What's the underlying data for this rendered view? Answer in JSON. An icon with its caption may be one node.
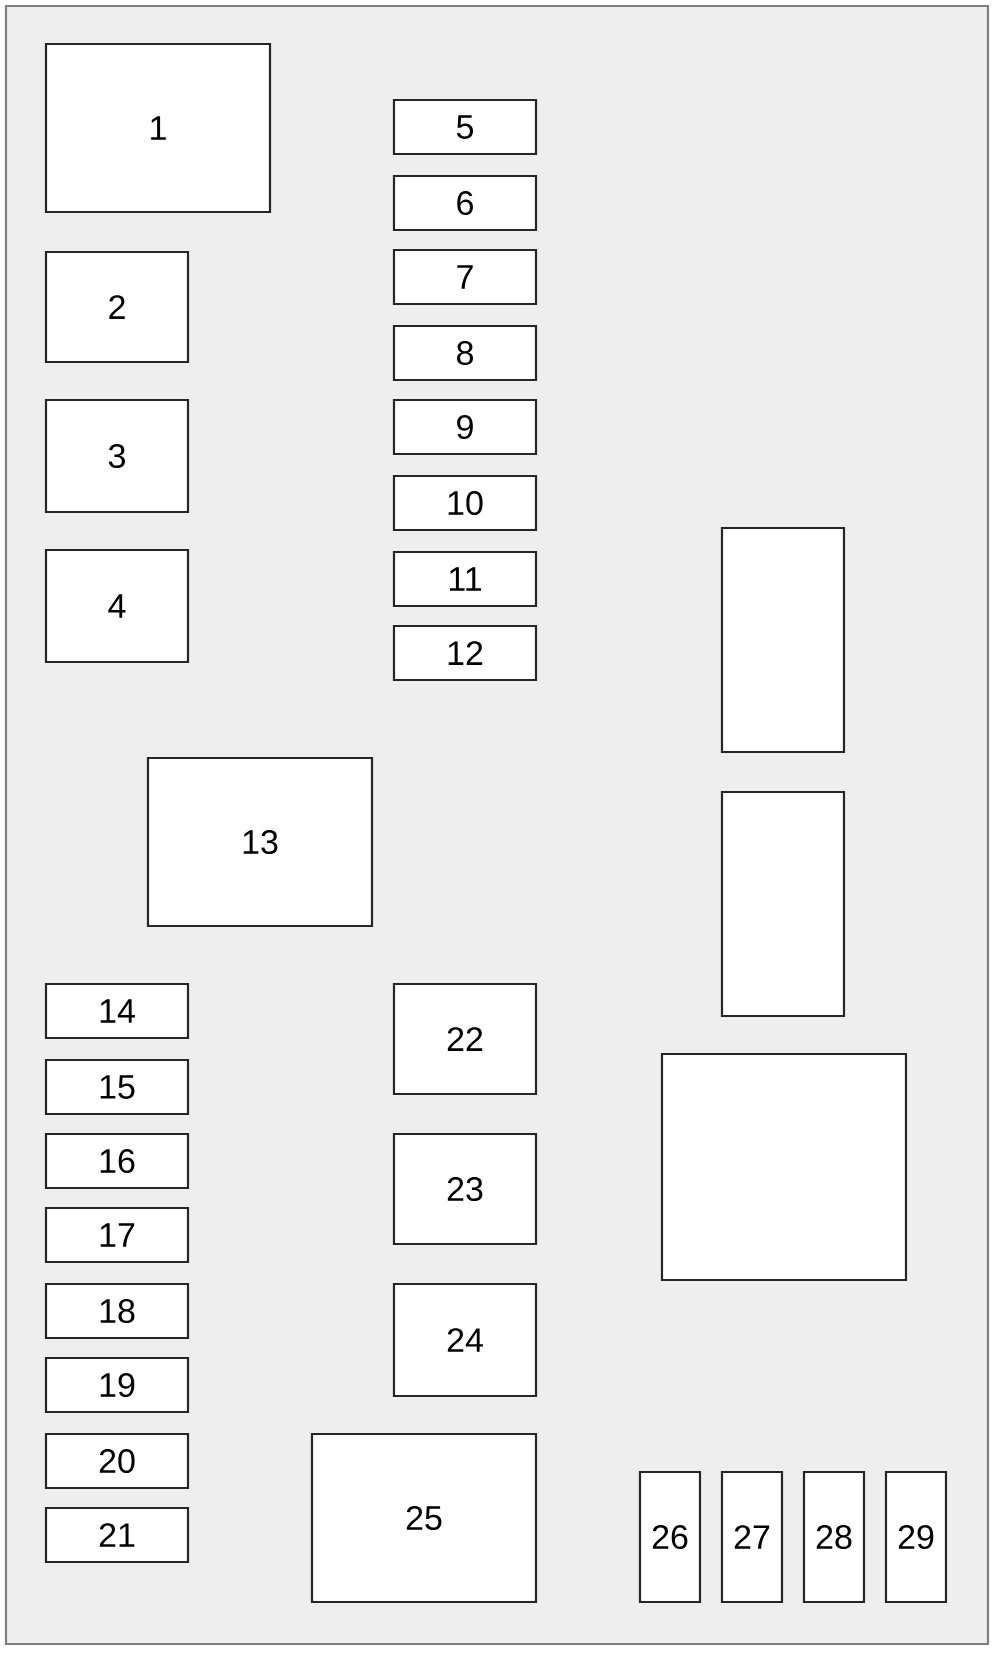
{
  "diagram": {
    "nodes": [
      {
        "text": [],
        "shape": "box"
      },
      {
        "text": [
          "1"
        ],
        "in": 0
      },
      {
        "text": [
          "2"
        ],
        "in": 0
      },
      {
        "text": [
          "3"
        ],
        "in": 0
      },
      {
        "text": [
          "4"
        ],
        "in": 0
      },
      {
        "text": [
          "5"
        ],
        "in": 0
      },
      {
        "text": [
          "6"
        ],
        "in": 0
      },
      {
        "text": [
          "7"
        ],
        "in": 0
      },
      {
        "text": [
          "8"
        ],
        "in": 0
      },
      {
        "text": [
          "9"
        ],
        "in": 0
      },
      {
        "text": [
          "10"
        ],
        "in": 0
      },
      {
        "text": [
          "11"
        ],
        "in": 0
      },
      {
        "text": [
          "12"
        ],
        "in": 0
      },
      {
        "text": [
          "13"
        ],
        "in": 0
      },
      {
        "text": [
          "14"
        ],
        "in": 0
      },
      {
        "text": [
          "15"
        ],
        "in": 0
      },
      {
        "text": [
          "16"
        ],
        "in": 0
      },
      {
        "text": [
          "17"
        ],
        "in": 0
      },
      {
        "text": [
          "18"
        ],
        "in": 0
      },
      {
        "text": [
          "19"
        ],
        "in": 0
      },
      {
        "text": [
          "20"
        ],
        "in": 0
      },
      {
        "text": [
          "21"
        ],
        "in": 0
      },
      {
        "text": [
          "22"
        ],
        "in": 0
      },
      {
        "text": [
          "23"
        ],
        "in": 0
      },
      {
        "text": [
          "24"
        ],
        "in": 0
      },
      {
        "text": [
          "25"
        ],
        "in": 0
      },
      {
        "text": [
          "26"
        ],
        "in": 0
      },
      {
        "text": [
          "27"
        ],
        "in": 0
      },
      {
        "text": [
          "28"
        ],
        "in": 0
      },
      {
        "text": [
          "29"
        ],
        "in": 0
      },
      {
        "text": [],
        "shape": "box",
        "in": 0
      },
      {
        "text": [],
        "shape": "box",
        "in": 0
      },
      {
        "text": [],
        "shape": "box",
        "in": 0
      }
    ]
  }
}
